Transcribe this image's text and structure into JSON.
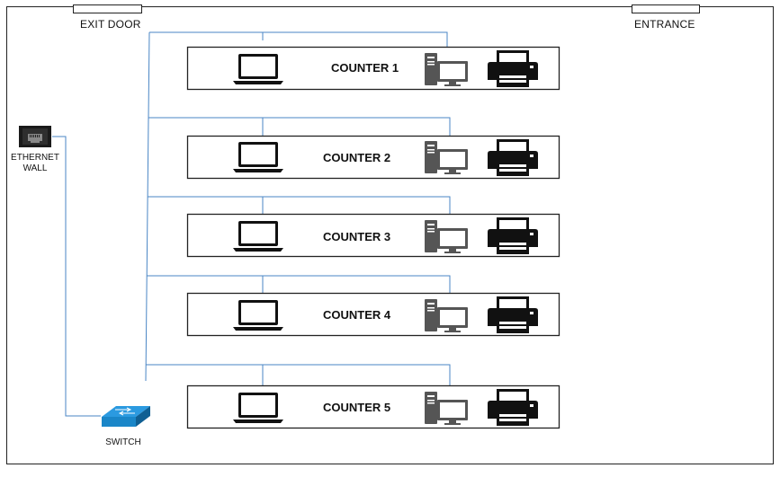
{
  "doors": {
    "exit": "EXIT DOOR",
    "entrance": "ENTRANCE"
  },
  "wall_port": {
    "label_line1": "ETHERNET",
    "label_line2": "WALL"
  },
  "switch": {
    "label": "SWITCH",
    "color": "#1a86c8"
  },
  "counters": [
    {
      "label": "COUNTER 1"
    },
    {
      "label": "COUNTER 2"
    },
    {
      "label": "COUNTER 3"
    },
    {
      "label": "COUNTER 4"
    },
    {
      "label": "COUNTER 5"
    }
  ],
  "devices": [
    "laptop-icon",
    "desktop-computer-icon",
    "printer-icon"
  ],
  "colors": {
    "line": "#4a86c5",
    "outline": "#222222",
    "icon": "#111111",
    "desktop": "#555555"
  }
}
